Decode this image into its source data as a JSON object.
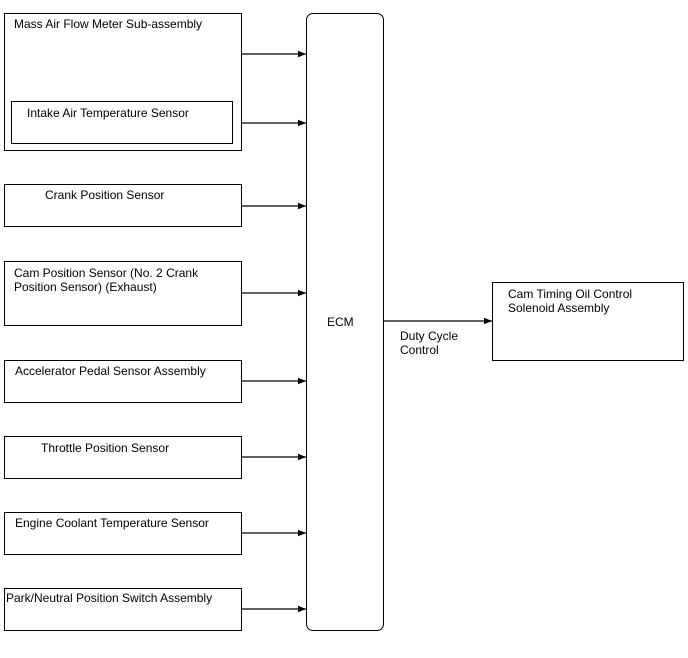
{
  "inputs": {
    "maf": "Mass Air Flow Meter Sub-assembly",
    "iat": "Intake Air Temperature Sensor",
    "crank": "Crank Position Sensor",
    "cam": "Cam Position Sensor (No. 2 Crank\nPosition Sensor) (Exhaust)",
    "app": "Accelerator Pedal Sensor Assembly",
    "tps": "Throttle Position Sensor",
    "ect": "Engine Coolant Temperature Sensor",
    "pnp": "Park/Neutral Position Switch Assembly"
  },
  "ecm": "ECM",
  "output": {
    "signal": "Duty Cycle\nControl",
    "actuator": "Cam Timing Oil Control\nSolenoid Assembly"
  }
}
